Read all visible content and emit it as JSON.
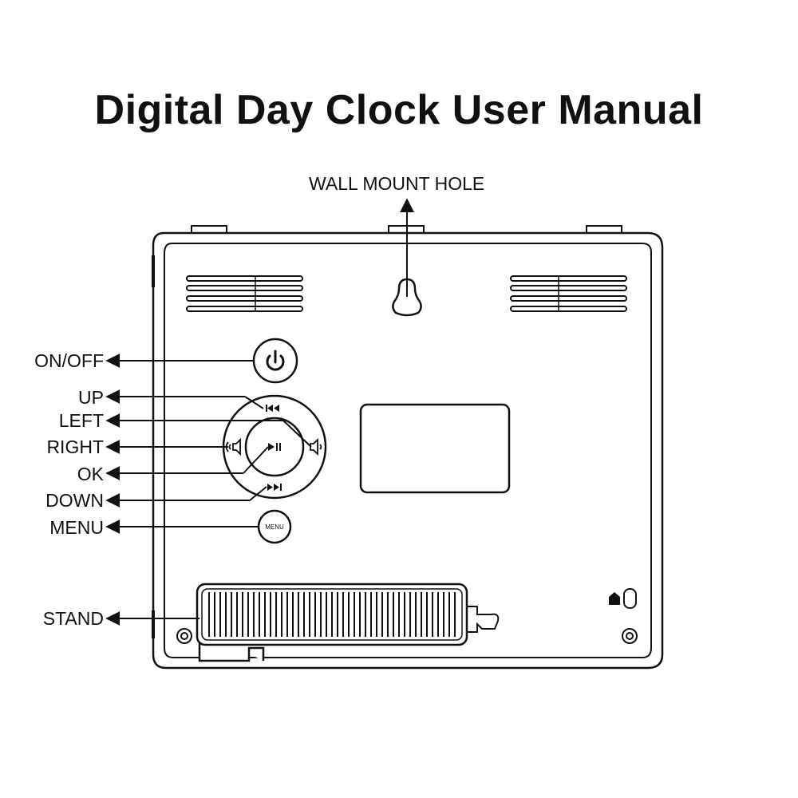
{
  "title": "Digital Day Clock User Manual",
  "labels": {
    "wall_mount": "WALL MOUNT HOLE",
    "on_off": "ON/OFF",
    "up": "UP",
    "left": "LEFT",
    "right": "RIGHT",
    "ok": "OK",
    "down": "DOWN",
    "menu": "MENU",
    "stand": "STAND"
  },
  "button_text": {
    "menu": "MENU"
  },
  "icons": [
    "power-icon",
    "previous-track-icon",
    "next-track-icon",
    "play-pause-icon",
    "volume-down-icon",
    "volume-up-icon",
    "battery-icon"
  ]
}
